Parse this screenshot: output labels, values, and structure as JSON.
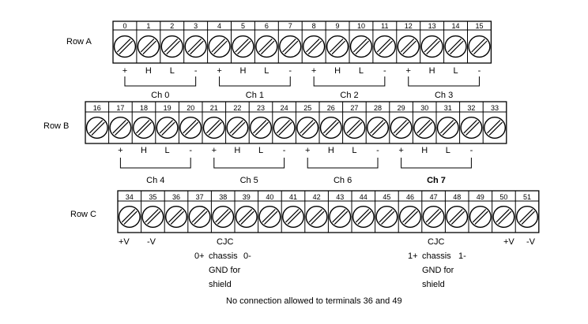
{
  "rows": [
    {
      "id": "A",
      "label": "Row A",
      "terminals": [
        "0",
        "1",
        "2",
        "3",
        "4",
        "5",
        "6",
        "7",
        "8",
        "9",
        "10",
        "11",
        "12",
        "13",
        "14",
        "15"
      ],
      "signals": [
        {
          "text": "+"
        },
        {
          "text": "H"
        },
        {
          "text": "L"
        },
        {
          "text": "-"
        },
        {
          "text": "+"
        },
        {
          "text": "H"
        },
        {
          "text": "L"
        },
        {
          "text": "-"
        },
        {
          "text": "+"
        },
        {
          "text": "H"
        },
        {
          "text": "L"
        },
        {
          "text": "-"
        },
        {
          "text": "+"
        },
        {
          "text": "H"
        },
        {
          "text": "L"
        },
        {
          "text": "-"
        }
      ],
      "channels": [
        "Ch 0",
        "Ch 1",
        "Ch 2",
        "Ch 3"
      ]
    },
    {
      "id": "B",
      "label": "Row B",
      "terminals": [
        "16",
        "17",
        "18",
        "19",
        "20",
        "21",
        "22",
        "23",
        "24",
        "25",
        "26",
        "27",
        "28",
        "29",
        "30",
        "31",
        "32",
        "33"
      ],
      "signals": [
        {
          "text": ""
        },
        {
          "text": "+"
        },
        {
          "text": "H"
        },
        {
          "text": "L"
        },
        {
          "text": "-"
        },
        {
          "text": "+"
        },
        {
          "text": "H"
        },
        {
          "text": "L"
        },
        {
          "text": "-"
        },
        {
          "text": "+"
        },
        {
          "text": "H"
        },
        {
          "text": "L"
        },
        {
          "text": "-"
        },
        {
          "text": "+"
        },
        {
          "text": "H"
        },
        {
          "text": "L"
        },
        {
          "text": "-"
        },
        {
          "text": ""
        }
      ],
      "channels": [
        "Ch 4",
        "Ch 5",
        "Ch 6",
        "Ch 7"
      ]
    },
    {
      "id": "C",
      "label": "Row C",
      "terminals": [
        "34",
        "35",
        "36",
        "37",
        "38",
        "39",
        "40",
        "41",
        "42",
        "43",
        "44",
        "45",
        "46",
        "47",
        "48",
        "49",
        "50",
        "51"
      ],
      "signals": []
    }
  ],
  "row_c_labels": {
    "v_plus_left": "+V",
    "v_minus_left": "-V",
    "v_plus_right": "+V",
    "v_minus_right": "-V",
    "cjc_left": "CJC",
    "zero_plus": "0+",
    "chassis_left": "chassis",
    "zero_minus": "0-",
    "gnd_left": "GND for",
    "shield_left": "shield",
    "cjc_right": "CJC",
    "one_plus": "1+",
    "chassis_right": "chassis",
    "one_minus": "1-",
    "gnd_right": "GND for",
    "shield_right": "shield"
  },
  "footnote": "No connection allowed to terminals 36 and 49"
}
